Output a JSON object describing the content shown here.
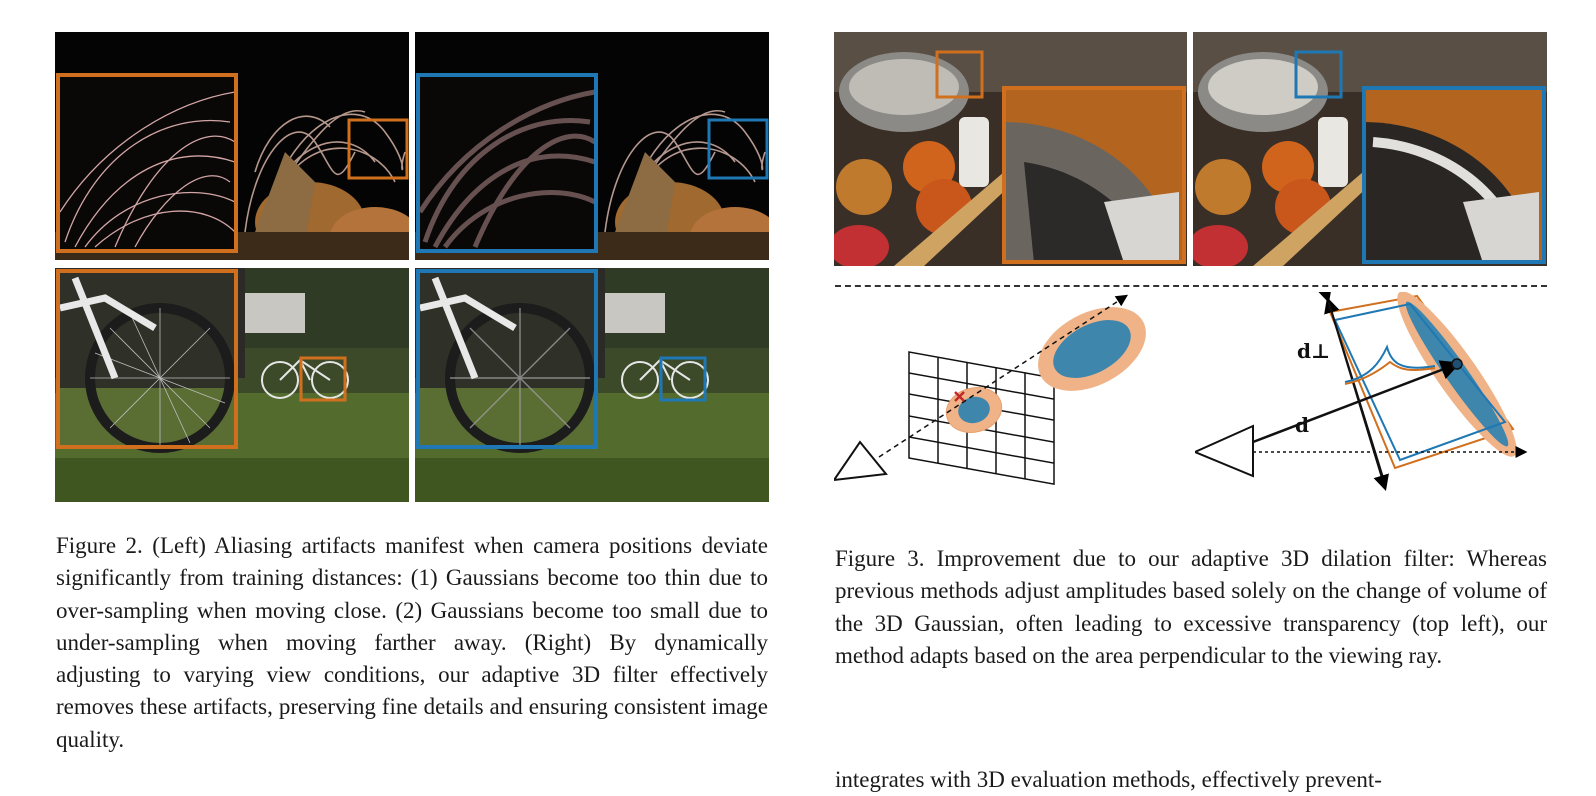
{
  "figure2": {
    "caption": "Figure 2. (Left) Aliasing artifacts manifest when camera positions deviate significantly from training distances: (1) Gaussians become too thin due to over-sampling when moving close. (2) Gaussians become too small due to under-sampling when moving farther away. (Right) By dynamically adjusting to varying view conditions, our adaptive 3D filter effectively removes these artifacts, preserving fine details and ensuring consistent image quality."
  },
  "figure3": {
    "caption": "Figure 3. Improvement due to our adaptive 3D dilation filter: Whereas previous methods adjust amplitudes based solely on the change of volume of the 3D Gaussian, often leading to excessive transparency (top left), our method adapts based on the area perpendicular to the viewing ray.",
    "label_d_perp": "d⊥",
    "label_d": "d"
  },
  "body_continuation": "integrates with 3D evaluation methods, effectively prevent-",
  "colors": {
    "orange": "#d0701e",
    "blue": "#1f78b4",
    "ellipse_fill": "#f0b388",
    "ellipse_core": "#3f86ad"
  }
}
